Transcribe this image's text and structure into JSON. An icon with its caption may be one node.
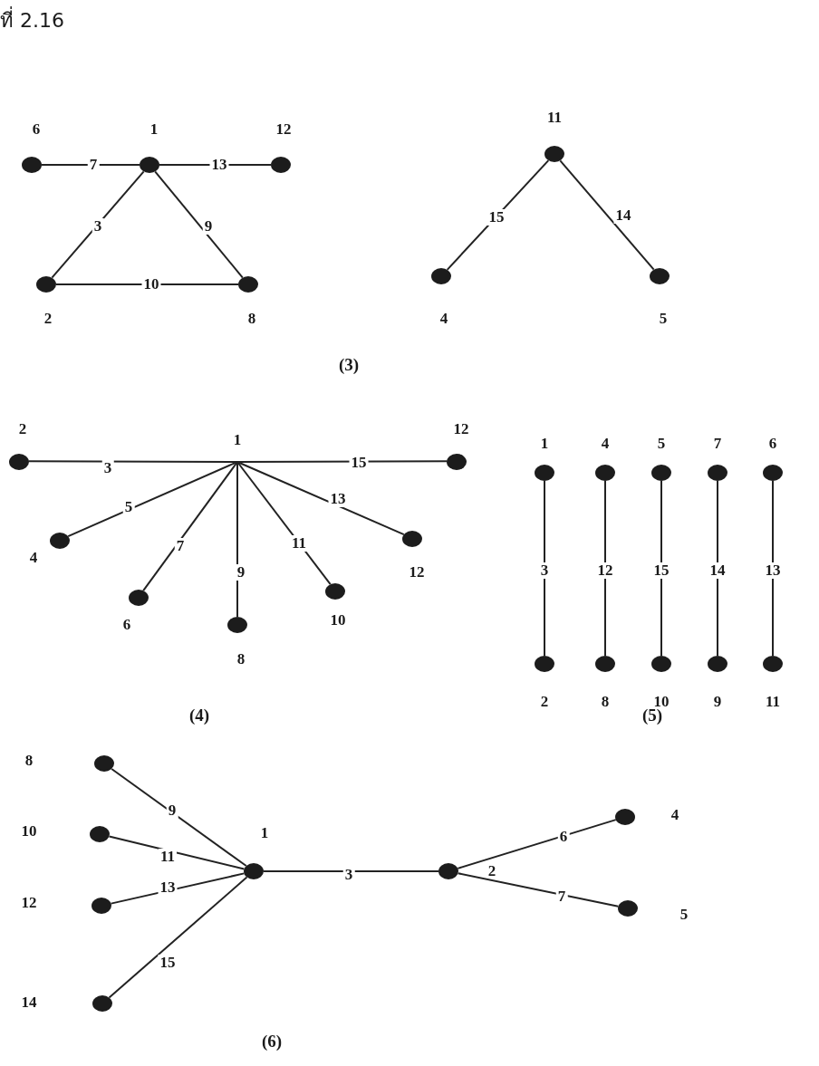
{
  "diagram": {
    "title": "ที่ 2.16",
    "nodes": [
      {
        "text": [],
        "shape": "circle",
        "beside": [
          "6"
        ]
      },
      {
        "text": [],
        "shape": "circle",
        "beside": [
          "1"
        ]
      },
      {
        "text": [],
        "shape": "circle",
        "beside": [
          "12"
        ]
      },
      {
        "text": [],
        "shape": "circle",
        "beside": [
          "2"
        ]
      },
      {
        "text": [],
        "shape": "circle",
        "beside": [
          "8"
        ]
      },
      {
        "text": [],
        "shape": "circle",
        "beside": [
          "11"
        ]
      },
      {
        "text": [],
        "shape": "circle",
        "beside": [
          "4"
        ]
      },
      {
        "text": [],
        "shape": "circle",
        "beside": [
          "5"
        ]
      },
      {
        "text": [],
        "shape": "circle",
        "beside": [
          "2"
        ]
      },
      {
        "text": [
          "1"
        ]
      },
      {
        "text": [],
        "shape": "circle",
        "beside": [
          "12"
        ]
      },
      {
        "text": [],
        "shape": "circle",
        "beside": [
          "4"
        ]
      },
      {
        "text": [],
        "shape": "circle",
        "beside": [
          "6"
        ]
      },
      {
        "text": [],
        "shape": "circle",
        "beside": [
          "8"
        ]
      },
      {
        "text": [],
        "shape": "circle",
        "beside": [
          "10"
        ]
      },
      {
        "text": [],
        "shape": "circle",
        "beside": [
          "12"
        ]
      },
      {
        "text": [],
        "shape": "circle",
        "beside": [
          "1"
        ]
      },
      {
        "text": [],
        "shape": "circle",
        "beside": [
          "4"
        ]
      },
      {
        "text": [],
        "shape": "circle",
        "beside": [
          "5"
        ]
      },
      {
        "text": [],
        "shape": "circle",
        "beside": [
          "7"
        ]
      },
      {
        "text": [],
        "shape": "circle",
        "beside": [
          "6"
        ]
      },
      {
        "text": [],
        "shape": "circle",
        "beside": [
          "2"
        ]
      },
      {
        "text": [],
        "shape": "circle",
        "beside": [
          "8"
        ]
      },
      {
        "text": [],
        "shape": "circle",
        "beside": [
          "10"
        ]
      },
      {
        "text": [],
        "shape": "circle",
        "beside": [
          "9"
        ]
      },
      {
        "text": [],
        "shape": "circle",
        "beside": [
          "11"
        ]
      },
      {
        "text": [],
        "shape": "circle",
        "beside": [
          "8"
        ]
      },
      {
        "text": [],
        "shape": "circle",
        "beside": [
          "10"
        ]
      },
      {
        "text": [],
        "shape": "circle",
        "beside": [
          "1"
        ]
      },
      {
        "text": [],
        "shape": "circle",
        "beside": [
          "12"
        ]
      },
      {
        "text": [],
        "shape": "circle",
        "beside": [
          "2"
        ]
      },
      {
        "text": [],
        "shape": "circle",
        "beside": [
          "4"
        ]
      },
      {
        "text": [],
        "shape": "circle",
        "beside": [
          "5"
        ]
      },
      {
        "text": [],
        "shape": "circle",
        "beside": [
          "14"
        ]
      }
    ],
    "edges": [
      {
        "from": 0,
        "to": 1,
        "arrow": "none",
        "label": "7"
      },
      {
        "from": 1,
        "to": 2,
        "arrow": "none",
        "label": "13"
      },
      {
        "from": 1,
        "to": 3,
        "arrow": "none",
        "label": "3"
      },
      {
        "from": 1,
        "to": 4,
        "arrow": "none",
        "label": "9"
      },
      {
        "from": 3,
        "to": 4,
        "arrow": "none",
        "label": "10"
      },
      {
        "from": 5,
        "to": 6,
        "arrow": "none",
        "label": "15"
      },
      {
        "from": 5,
        "to": 7,
        "arrow": "none",
        "label": "14"
      },
      {
        "from": 9,
        "to": 8,
        "arrow": "none",
        "label": "3"
      },
      {
        "from": 9,
        "to": 10,
        "arrow": "none",
        "label": "15"
      },
      {
        "from": 9,
        "to": 11,
        "arrow": "none",
        "label": "5"
      },
      {
        "from": 9,
        "to": 12,
        "arrow": "none",
        "label": "7"
      },
      {
        "from": 9,
        "to": 13,
        "arrow": "none",
        "label": "9"
      },
      {
        "from": 9,
        "to": 14,
        "arrow": "none",
        "label": "11"
      },
      {
        "from": 9,
        "to": 15,
        "arrow": "none",
        "label": "13"
      },
      {
        "from": 16,
        "to": 21,
        "arrow": "none",
        "label": "3"
      },
      {
        "from": 17,
        "to": 22,
        "arrow": "none",
        "label": "12"
      },
      {
        "from": 18,
        "to": 23,
        "arrow": "none",
        "label": "15"
      },
      {
        "from": 19,
        "to": 24,
        "arrow": "none",
        "label": "14"
      },
      {
        "from": 20,
        "to": 25,
        "arrow": "none",
        "label": "13"
      },
      {
        "from": 26,
        "to": 28,
        "arrow": "none",
        "label": "9"
      },
      {
        "from": 27,
        "to": 28,
        "arrow": "none",
        "label": "11"
      },
      {
        "from": 29,
        "to": 28,
        "arrow": "none",
        "label": "13"
      },
      {
        "from": 33,
        "to": 28,
        "arrow": "none",
        "label": "15"
      },
      {
        "from": 28,
        "to": 30,
        "arrow": "none",
        "label": "3"
      },
      {
        "from": 30,
        "to": 31,
        "arrow": "none",
        "label": "6"
      },
      {
        "from": 30,
        "to": 32,
        "arrow": "none",
        "label": "7"
      }
    ],
    "labels": [
      "(3)",
      "(4)",
      "(5)",
      "(6)"
    ]
  }
}
